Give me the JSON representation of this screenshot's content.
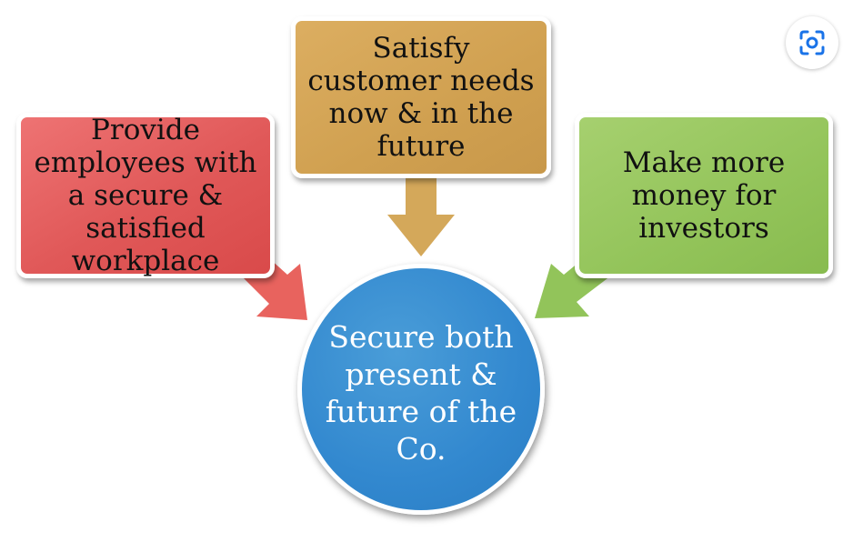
{
  "diagram": {
    "nodes": {
      "employees": "Provide employees with a secure & satisfied workplace",
      "customers": "Satisfy customer needs now & in the future",
      "investors": "Make more money for investors",
      "center": "Secure both present & future of the Co."
    },
    "edges": [
      {
        "from": "employees",
        "to": "center"
      },
      {
        "from": "customers",
        "to": "center"
      },
      {
        "from": "investors",
        "to": "center"
      }
    ],
    "colors": {
      "employees_box": "#e05858",
      "customers_box": "#d0a050",
      "investors_box": "#93c45a",
      "center_circle": "#3288cf",
      "employees_arrow": "#e8635e",
      "customers_arrow": "#d4a85a",
      "investors_arrow": "#92c45a"
    }
  },
  "toolbar": {
    "lens_icon": "visual-search-icon"
  }
}
